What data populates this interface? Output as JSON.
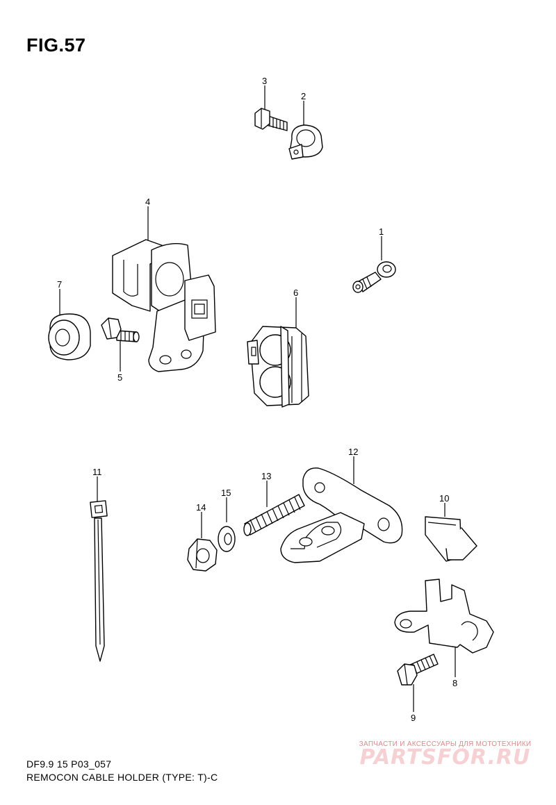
{
  "figure": {
    "title": "FIG.57"
  },
  "captions": {
    "code": "DF9.9 15 P03_057",
    "title": "REMOCON CABLE HOLDER (TYPE: T)-C"
  },
  "callouts": {
    "c1": "1",
    "c2": "2",
    "c3": "3",
    "c4": "4",
    "c5": "5",
    "c6": "6",
    "c7": "7",
    "c8": "8",
    "c9": "9",
    "c10": "10",
    "c11": "11",
    "c12": "12",
    "c13": "13",
    "c14": "14",
    "c15": "15"
  },
  "watermark": {
    "tagline": "ЗАПЧАСТИ И АКСЕССУАРЫ ДЛЯ МОТОТЕХНИКИ",
    "brand": "PARTSFOR.RU"
  },
  "colors": {
    "line": "#000000",
    "background": "#ffffff",
    "watermark": "#d64650"
  }
}
